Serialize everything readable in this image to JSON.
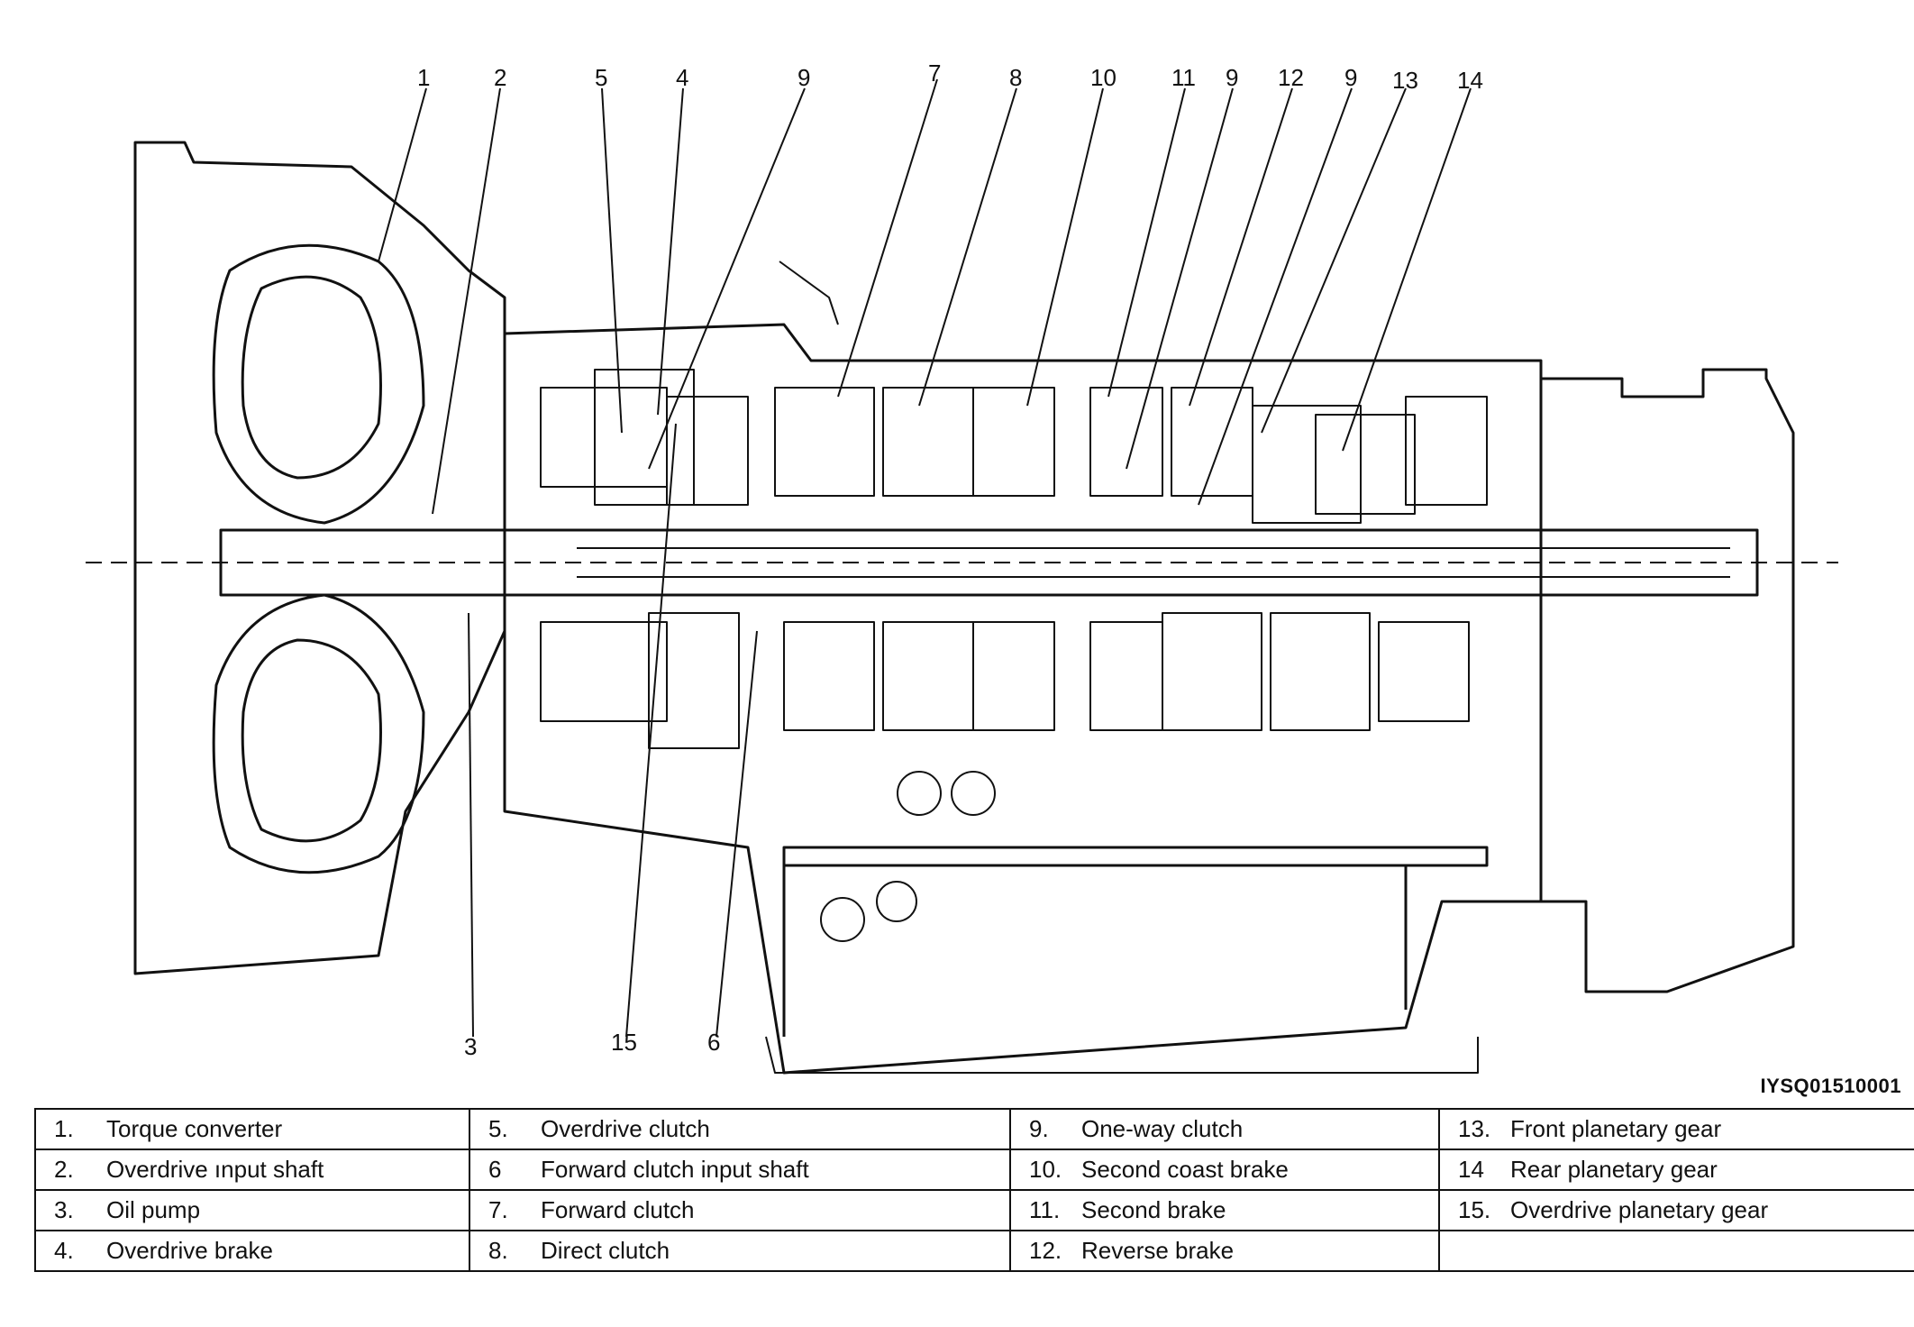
{
  "callouts": {
    "c1": "1",
    "c2": "2",
    "c3": "3",
    "c4": "4",
    "c5": "5",
    "c6": "6",
    "c7": "7",
    "c8": "8",
    "c9a": "9",
    "c9b": "9",
    "c9c": "9",
    "c10": "10",
    "c11": "11",
    "c12": "12",
    "c13": "13",
    "c14": "14",
    "c15": "15"
  },
  "doc_id": "IYSQ01510001",
  "legend": {
    "rows": [
      [
        {
          "num": "1.",
          "label": "Torque converter"
        },
        {
          "num": "5.",
          "label": "Overdrive clutch"
        },
        {
          "num": "9.",
          "label": "One-way clutch"
        },
        {
          "num": "13.",
          "label": "Front planetary gear"
        }
      ],
      [
        {
          "num": "2.",
          "label": "Overdrive ınput shaft"
        },
        {
          "num": "6",
          "label": "Forward clutch input shaft"
        },
        {
          "num": "10.",
          "label": "Second coast brake"
        },
        {
          "num": "14",
          "label": "Rear planetary gear"
        }
      ],
      [
        {
          "num": "3.",
          "label": "Oil pump"
        },
        {
          "num": "7.",
          "label": "Forward clutch"
        },
        {
          "num": "11.",
          "label": "Second brake"
        },
        {
          "num": "15.",
          "label": "Overdrive planetary gear"
        }
      ],
      [
        {
          "num": "4.",
          "label": "Overdrive brake"
        },
        {
          "num": "8.",
          "label": "Direct clutch"
        },
        {
          "num": "12.",
          "label": "Reverse brake"
        },
        {
          "num": "",
          "label": ""
        }
      ]
    ]
  }
}
